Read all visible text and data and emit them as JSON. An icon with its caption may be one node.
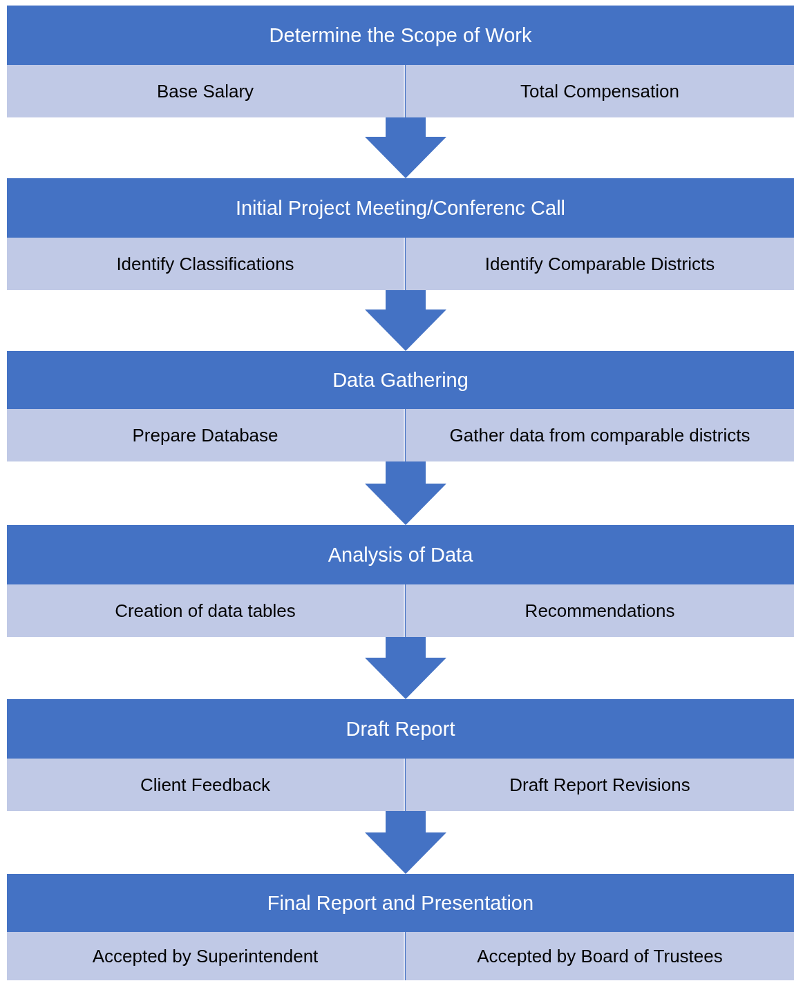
{
  "diagram": {
    "nodes": [
      {
        "text": [
          "Determine the Scope of Work"
        ]
      },
      {
        "text": [
          "Base Salary"
        ],
        "in": 0
      },
      {
        "text": [
          "Total Compensation"
        ],
        "in": 0
      },
      {
        "text": [
          "Initial Project Meeting/Conferenc Call"
        ]
      },
      {
        "text": [
          "Identify Classifications"
        ],
        "in": 3
      },
      {
        "text": [
          "Identify Comparable Districts"
        ],
        "in": 3
      },
      {
        "text": [
          "Data Gathering"
        ]
      },
      {
        "text": [
          "Prepare Database"
        ],
        "in": 6
      },
      {
        "text": [
          "Gather data from comparable districts"
        ],
        "in": 6
      },
      {
        "text": [
          "Analysis of Data"
        ]
      },
      {
        "text": [
          "Creation of data tables"
        ],
        "in": 9
      },
      {
        "text": [
          "Recommendations"
        ],
        "in": 9
      },
      {
        "text": [
          "Draft Report"
        ]
      },
      {
        "text": [
          "Client Feedback"
        ],
        "in": 12
      },
      {
        "text": [
          "Draft Report Revisions"
        ],
        "in": 12
      },
      {
        "text": [
          "Final Report and Presentation"
        ]
      },
      {
        "text": [
          "Accepted by Superintendent"
        ],
        "in": 15
      },
      {
        "text": [
          "Accepted by Board of Trustees"
        ],
        "in": 15
      }
    ],
    "edges": [
      {
        "from": 0,
        "to": 3,
        "arrow": "to"
      },
      {
        "from": 3,
        "to": 6,
        "arrow": "to"
      },
      {
        "from": 6,
        "to": 9,
        "arrow": "to"
      },
      {
        "from": 9,
        "to": 12,
        "arrow": "to"
      },
      {
        "from": 12,
        "to": 15,
        "arrow": "to"
      }
    ]
  }
}
